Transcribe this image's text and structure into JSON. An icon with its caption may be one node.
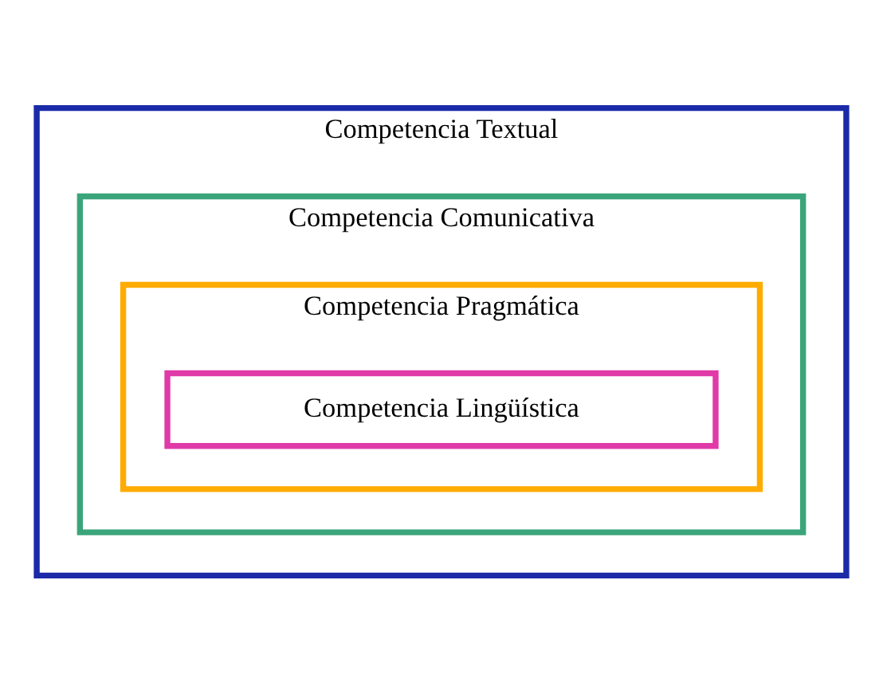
{
  "diagram": {
    "nodes": [
      {
        "text": [
          "Competencia Textual"
        ]
      },
      {
        "text": [
          "Competencia Comunicativa"
        ],
        "in": 0
      },
      {
        "text": [
          "Competencia Pragmática"
        ],
        "in": 1
      },
      {
        "text": [
          "Competencia Lingüística"
        ],
        "in": 2
      }
    ]
  }
}
